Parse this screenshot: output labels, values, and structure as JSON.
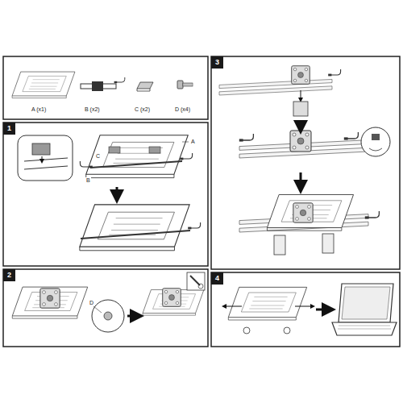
{
  "diagram": {
    "nodes": [
      {
        "text": [
          "1"
        ]
      },
      {
        "text": [
          "2"
        ]
      },
      {
        "text": [
          "3"
        ]
      },
      {
        "text": [
          "4"
        ]
      }
    ],
    "labels": [
      "A (x1)",
      "B (x2)",
      "C (x2)",
      "D (x4)",
      "A",
      "C",
      "B",
      "D"
    ]
  }
}
